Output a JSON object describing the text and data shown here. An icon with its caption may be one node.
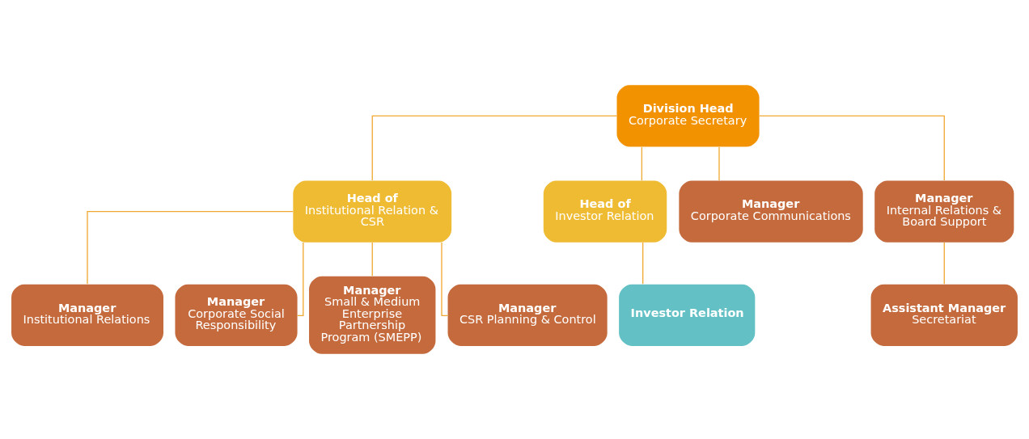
{
  "diagram": {
    "nodes": [
      {
        "text": [
          "Division Head",
          "Corporate Secretary"
        ]
      },
      {
        "text": [
          "Head of",
          "Institutional Relation & CSR"
        ]
      },
      {
        "text": [
          "Head of",
          "Investor Relation"
        ]
      },
      {
        "text": [
          "Manager",
          "Institutional Relations"
        ]
      },
      {
        "text": [
          "Manager",
          "Corporate Social Responsibility"
        ]
      },
      {
        "text": [
          "Manager",
          "Small & Medium Enterprise Partnership Program (SMEPP)"
        ]
      },
      {
        "text": [
          "Manager",
          "CSR Planning & Control"
        ]
      },
      {
        "text": [
          "Investor Relation"
        ]
      },
      {
        "text": [
          "Manager",
          "Corporate Communications"
        ]
      },
      {
        "text": [
          "Manager",
          "Internal Relations & Board Support"
        ]
      },
      {
        "text": [
          "Assistant Manager",
          "Secretariat"
        ]
      }
    ],
    "edges": [
      {
        "from": 0,
        "to": 1,
        "arrow": "none"
      },
      {
        "from": 0,
        "to": 2,
        "arrow": "none"
      },
      {
        "from": 0,
        "to": 8,
        "arrow": "none"
      },
      {
        "from": 0,
        "to": 9,
        "arrow": "none"
      },
      {
        "from": 1,
        "to": 3,
        "arrow": "none"
      },
      {
        "from": 1,
        "to": 4,
        "arrow": "none"
      },
      {
        "from": 1,
        "to": 5,
        "arrow": "none"
      },
      {
        "from": 1,
        "to": 6,
        "arrow": "none"
      },
      {
        "from": 2,
        "to": 7,
        "arrow": "none"
      },
      {
        "from": 9,
        "to": 10,
        "arrow": "none"
      }
    ]
  }
}
